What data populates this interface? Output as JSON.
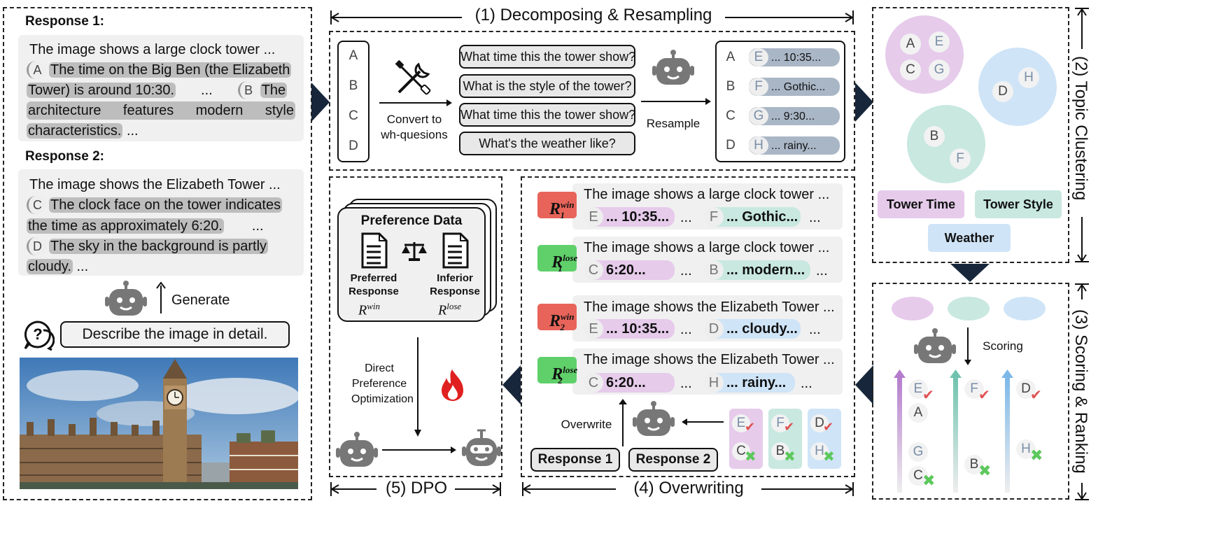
{
  "panel1": {
    "r1_title": "Response 1:",
    "r1_l1": "The image shows a large clock tower ...",
    "r1_l2a": "The time on the Big Ben (the Elizabeth",
    "r1_l3a": "Tower) is around 10:30.",
    "r1_l3b": "...",
    "r1_l3c": "The",
    "r1_l4": "architecture features modern style",
    "r1_l5a": "characteristics.",
    "r1_l5b": "...",
    "r2_title": "Response 2:",
    "r2_l1": "The image shows the Elizabeth Tower ...",
    "r2_l2": "The clock face on the tower indicates",
    "r2_l3a": "the time as approximately 6:20.",
    "r2_l3b": "...",
    "r2_l4": "The sky in the background is partly",
    "r2_l5a": "cloudy.",
    "r2_l5b": "...",
    "generate": "Generate",
    "prompt": "Describe the image in detail.",
    "question_mark": "?"
  },
  "tags": {
    "A": "A",
    "B": "B",
    "C": "C",
    "D": "D",
    "E": "E",
    "F": "F",
    "G": "G",
    "H": "H"
  },
  "panel_decompose": {
    "title": "(1) Decomposing & Resampling",
    "convert": "Convert to wh-quesions",
    "q1": "What time this the tower show?",
    "q2": "What is the style of the tower?",
    "q3": "What time this the tower show?",
    "q4": "What's the weather like?",
    "resample": "Resample",
    "ans_e": "... 10:35...",
    "ans_f": "... Gothic...",
    "ans_g": "... 9:30...",
    "ans_h": "... rainy..."
  },
  "panel_cluster": {
    "title": "(2) Topic Clustering",
    "topic1": "Tower Time",
    "topic2": "Tower Style",
    "topic3": "Weather",
    "colors": {
      "purple": "#e6cbeb",
      "green": "#c8e8e0",
      "blue": "#cfe4f7"
    }
  },
  "panel_scoring": {
    "title": "(3) Scoring & Ranking",
    "scoring": "Scoring"
  },
  "panel_overwrite": {
    "title": "(4) Overwriting",
    "sentence1": "The image shows a large clock tower ...",
    "sentence2": "The image shows the Elizabeth Tower ...",
    "ell": "...",
    "w1a": "... 10:35...",
    "w1b": "... Gothic...",
    "l1a": "6:20...",
    "l1b": "... modern...",
    "w2a": "... 10:35...",
    "w2b": "... cloudy...",
    "l2a": "6:20...",
    "l2b": "... rainy...",
    "overwrite": "Overwrite",
    "resp1": "Response 1",
    "resp2": "Response 2",
    "r_win_1": "R",
    "r_lose_1": "R",
    "r_win_2": "R",
    "r_lose_2": "R",
    "sup_win": "win",
    "sup_lose": "lose",
    "sub1": "1",
    "sub2": "2",
    "tag_red": "#e8645a",
    "tag_green": "#5fd06a"
  },
  "panel_dpo": {
    "title": "(5) DPO",
    "pref_title": "Preference Data",
    "preferred": "Preferred Response",
    "inferior": "Inferior Response",
    "r_win": "win",
    "r_lose": "lose",
    "r": "R",
    "dpo_text": "Direct Preference Optimization"
  }
}
